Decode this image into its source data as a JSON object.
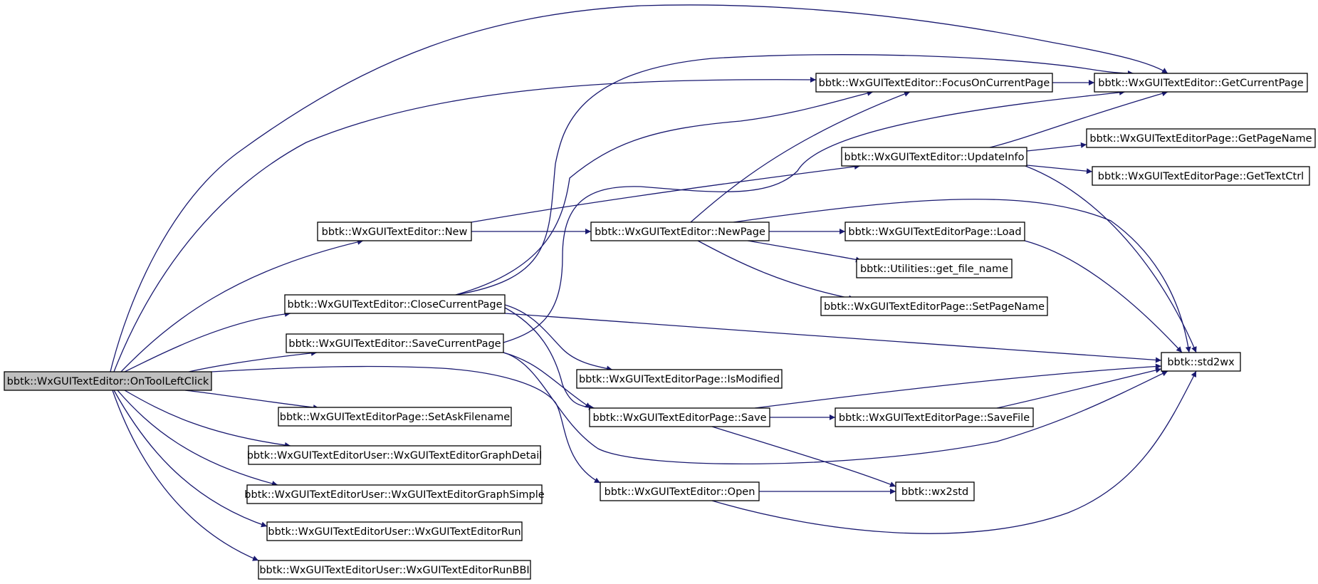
{
  "graph": {
    "colors": {
      "edge": "#191970",
      "node_border": "#000000",
      "node_fill": "#ffffff",
      "root_fill": "#bfbfbf"
    },
    "nodes": [
      {
        "id": "onToolLeftClick",
        "label": "bbtk::WxGUITextEditor::OnToolLeftClick",
        "root": true
      },
      {
        "id": "new",
        "label": "bbtk::WxGUITextEditor::New"
      },
      {
        "id": "closeCurrentPage",
        "label": "bbtk::WxGUITextEditor::CloseCurrentPage"
      },
      {
        "id": "saveCurrentPage",
        "label": "bbtk::WxGUITextEditor::SaveCurrentPage"
      },
      {
        "id": "setAskFilename",
        "label": "bbtk::WxGUITextEditorPage::SetAskFilename"
      },
      {
        "id": "graphDetail",
        "label": "bbtk::WxGUITextEditorUser::WxGUITextEditorGraphDetail"
      },
      {
        "id": "graphSimple",
        "label": "bbtk::WxGUITextEditorUser::WxGUITextEditorGraphSimple"
      },
      {
        "id": "run",
        "label": "bbtk::WxGUITextEditorUser::WxGUITextEditorRun"
      },
      {
        "id": "runBBI",
        "label": "bbtk::WxGUITextEditorUser::WxGUITextEditorRunBBI"
      },
      {
        "id": "focusOnCurrentPage",
        "label": "bbtk::WxGUITextEditor::FocusOnCurrentPage"
      },
      {
        "id": "getCurrentPage",
        "label": "bbtk::WxGUITextEditor::GetCurrentPage"
      },
      {
        "id": "updateInfo",
        "label": "bbtk::WxGUITextEditor::UpdateInfo"
      },
      {
        "id": "getPageName",
        "label": "bbtk::WxGUITextEditorPage::GetPageName"
      },
      {
        "id": "getTextCtrl",
        "label": "bbtk::WxGUITextEditorPage::GetTextCtrl"
      },
      {
        "id": "newPage",
        "label": "bbtk::WxGUITextEditor::NewPage"
      },
      {
        "id": "load",
        "label": "bbtk::WxGUITextEditorPage::Load"
      },
      {
        "id": "getFileName",
        "label": "bbtk::Utilities::get_file_name"
      },
      {
        "id": "setPageName",
        "label": "bbtk::WxGUITextEditorPage::SetPageName"
      },
      {
        "id": "isModified",
        "label": "bbtk::WxGUITextEditorPage::IsModified"
      },
      {
        "id": "save",
        "label": "bbtk::WxGUITextEditorPage::Save"
      },
      {
        "id": "saveFile",
        "label": "bbtk::WxGUITextEditorPage::SaveFile"
      },
      {
        "id": "open",
        "label": "bbtk::WxGUITextEditor::Open"
      },
      {
        "id": "wx2std",
        "label": "bbtk::wx2std"
      },
      {
        "id": "std2wx",
        "label": "bbtk::std2wx"
      }
    ],
    "edges": [
      {
        "from": "onToolLeftClick",
        "to": "getCurrentPage"
      },
      {
        "from": "onToolLeftClick",
        "to": "focusOnCurrentPage"
      },
      {
        "from": "onToolLeftClick",
        "to": "new"
      },
      {
        "from": "onToolLeftClick",
        "to": "closeCurrentPage"
      },
      {
        "from": "onToolLeftClick",
        "to": "saveCurrentPage"
      },
      {
        "from": "onToolLeftClick",
        "to": "open"
      },
      {
        "from": "onToolLeftClick",
        "to": "setAskFilename"
      },
      {
        "from": "onToolLeftClick",
        "to": "graphDetail"
      },
      {
        "from": "onToolLeftClick",
        "to": "graphSimple"
      },
      {
        "from": "onToolLeftClick",
        "to": "run"
      },
      {
        "from": "onToolLeftClick",
        "to": "runBBI"
      },
      {
        "from": "new",
        "to": "newPage"
      },
      {
        "from": "new",
        "to": "updateInfo"
      },
      {
        "from": "closeCurrentPage",
        "to": "getCurrentPage"
      },
      {
        "from": "closeCurrentPage",
        "to": "focusOnCurrentPage"
      },
      {
        "from": "closeCurrentPage",
        "to": "isModified"
      },
      {
        "from": "closeCurrentPage",
        "to": "save"
      },
      {
        "from": "closeCurrentPage",
        "to": "std2wx"
      },
      {
        "from": "saveCurrentPage",
        "to": "getCurrentPage"
      },
      {
        "from": "saveCurrentPage",
        "to": "save"
      },
      {
        "from": "saveCurrentPage",
        "to": "std2wx"
      },
      {
        "from": "focusOnCurrentPage",
        "to": "getCurrentPage"
      },
      {
        "from": "updateInfo",
        "to": "getCurrentPage"
      },
      {
        "from": "updateInfo",
        "to": "getPageName"
      },
      {
        "from": "updateInfo",
        "to": "getTextCtrl"
      },
      {
        "from": "updateInfo",
        "to": "std2wx"
      },
      {
        "from": "newPage",
        "to": "focusOnCurrentPage"
      },
      {
        "from": "newPage",
        "to": "load"
      },
      {
        "from": "newPage",
        "to": "getFileName"
      },
      {
        "from": "newPage",
        "to": "setPageName"
      },
      {
        "from": "newPage",
        "to": "std2wx"
      },
      {
        "from": "load",
        "to": "std2wx"
      },
      {
        "from": "save",
        "to": "saveFile"
      },
      {
        "from": "save",
        "to": "wx2std"
      },
      {
        "from": "save",
        "to": "std2wx"
      },
      {
        "from": "saveFile",
        "to": "std2wx"
      },
      {
        "from": "open",
        "to": "wx2std"
      },
      {
        "from": "open",
        "to": "std2wx"
      }
    ]
  }
}
